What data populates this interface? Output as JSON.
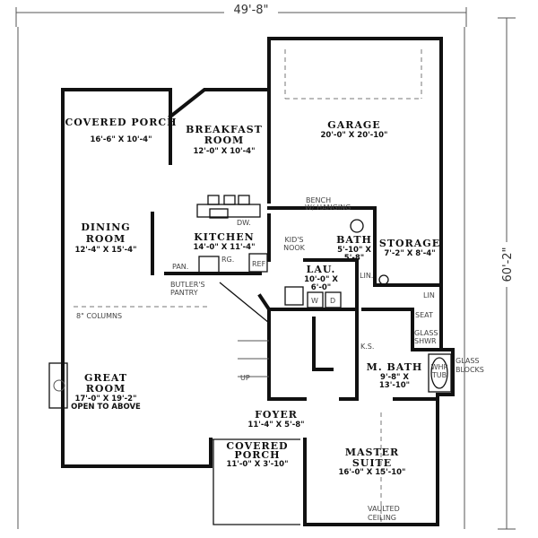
{
  "dimensions": {
    "width": "49'-8\"",
    "depth": "60'-2\""
  },
  "rooms": [
    {
      "name": "COVERED PORCH",
      "size": "16'-6\" X 10'-4\""
    },
    {
      "name": "BREAKFAST",
      "name2": "ROOM",
      "size": "12'-0\" X 10'-4\""
    },
    {
      "name": "GARAGE",
      "size": "20'-0\" X 20'-10\""
    },
    {
      "name": "DINING",
      "name2": "ROOM",
      "size": "12'-4\" X 15'-4\""
    },
    {
      "name": "KITCHEN",
      "size": "14'-0\" X 11'-4\""
    },
    {
      "name": "BATH",
      "size": "5'-10\" X",
      "size2": "5'-8\""
    },
    {
      "name": "STORAGE",
      "size": "7'-2\" X 8'-4\""
    },
    {
      "name": "LAU.",
      "size": "10'-0\" X",
      "size2": "6'-0\""
    },
    {
      "name": "GREAT",
      "name2": "ROOM",
      "size": "17'-0\" X 19'-2\"",
      "note": "OPEN TO ABOVE"
    },
    {
      "name": "M. BATH",
      "size": "9'-8\" X",
      "size2": "13'-10\""
    },
    {
      "name": "FOYER",
      "size": "11'-4\" X 5'-8\""
    },
    {
      "name": "COVERED",
      "name2": "PORCH",
      "size": "11'-0\" X 3'-10\""
    },
    {
      "name": "MASTER",
      "name2": "SUITE",
      "size": "16'-0\" X 15'-10\""
    }
  ],
  "labels": {
    "bench1": "BENCH",
    "bench2": "W/ HANGING",
    "kids1": "KID'S",
    "kids2": "NOOK",
    "dw": "DW.",
    "ref": "REF",
    "rg": "RG.",
    "pan": "PAN.",
    "butler1": "BUTLER'S",
    "butler2": "PANTRY",
    "lin1": "LIN.",
    "lin2": "LIN",
    "seat": "SEAT",
    "glass1": "GLASS",
    "shwr": "SHWR",
    "gb1": "GLASS",
    "gb2": "BLOCKS",
    "whp": "WHP",
    "tub": "TUB",
    "columns": "8\" COLUMNS",
    "ks": "K.S.",
    "up": "UP",
    "w": "W",
    "d": "D",
    "vaulted": "VAULTED",
    "ceiling": "CEILING"
  }
}
